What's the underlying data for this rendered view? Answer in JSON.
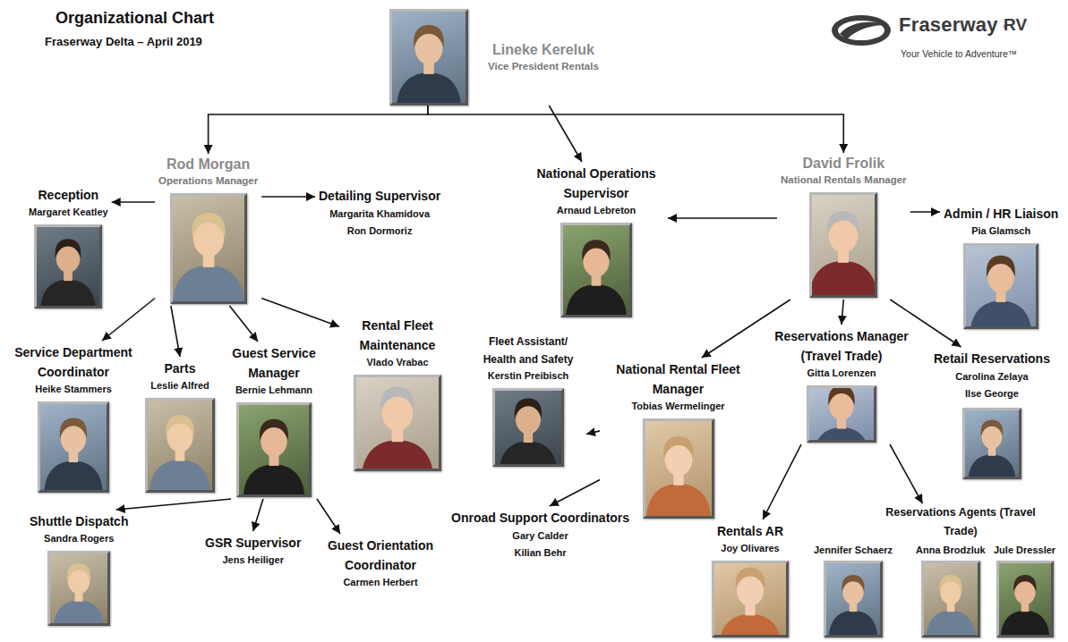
{
  "diagram": {
    "title": "Organizational Chart",
    "nodes": [
      {
        "text": [
          "Lineke Kereluk",
          "Vice President Rentals"
        ]
      },
      {
        "text": [
          "Rod Morgan",
          "Operations Manager"
        ]
      },
      {
        "text": [
          "National Operations Supervisor",
          "Arnaud Lebreton"
        ]
      },
      {
        "text": [
          "David Frolik",
          "National Rentals Manager"
        ]
      },
      {
        "text": [
          "Reception",
          "Margaret Keatley"
        ]
      },
      {
        "text": [
          "Detailing Supervisor",
          "Margarita Khamidova",
          "Ron Dormoriz"
        ]
      },
      {
        "text": [
          "Admin / HR Liaison",
          "Pia Glamsch"
        ]
      },
      {
        "text": [
          "Service Department Coordinator",
          "Heike Stammers"
        ]
      },
      {
        "text": [
          "Parts",
          "Leslie Alfred"
        ]
      },
      {
        "text": [
          "Guest Service Manager",
          "Bernie Lehmann"
        ]
      },
      {
        "text": [
          "Rental Fleet Maintenance",
          "Vlado Vrabac"
        ]
      },
      {
        "text": [
          "Fleet Assistant/ Health and Safety",
          "Kerstin Preibisch"
        ]
      },
      {
        "text": [
          "National Rental Fleet Manager",
          "Tobias Wermelinger"
        ]
      },
      {
        "text": [
          "Reservations Manager (Travel Trade)",
          "Gitta Lorenzen"
        ]
      },
      {
        "text": [
          "Retail Reservations",
          "Carolina Zelaya",
          "Ilse George"
        ]
      },
      {
        "text": [
          "Shuttle Dispatch",
          "Sandra Rogers"
        ]
      },
      {
        "text": [
          "GSR Supervisor",
          "Jens Heiliger"
        ]
      },
      {
        "text": [
          "Guest Orientation Coordinator",
          "Carmen Herbert"
        ]
      },
      {
        "text": [
          "Onroad Support Coordinators",
          "Gary Calder",
          "Kilian Behr"
        ]
      },
      {
        "text": [
          "Rentals AR",
          "Joy Olivares"
        ]
      },
      {
        "text": [
          "Reservations Agents (Travel Trade)"
        ]
      },
      {
        "text": [
          "Jennifer Schaerz"
        ],
        "in": 20
      },
      {
        "text": [
          "Anna Brodzluk"
        ],
        "in": 20
      },
      {
        "text": [
          "Jule Dressler"
        ],
        "in": 20
      }
    ],
    "edges": [
      {
        "from": 0,
        "to": 1,
        "arrow": "to"
      },
      {
        "from": 0,
        "to": 2,
        "arrow": "to"
      },
      {
        "from": 0,
        "to": 3,
        "arrow": "to"
      },
      {
        "from": 1,
        "to": 4,
        "arrow": "to"
      },
      {
        "from": 1,
        "to": 5,
        "arrow": "to"
      },
      {
        "from": 1,
        "to": 7,
        "arrow": "to"
      },
      {
        "from": 1,
        "to": 8,
        "arrow": "to"
      },
      {
        "from": 1,
        "to": 9,
        "arrow": "to"
      },
      {
        "from": 1,
        "to": 10,
        "arrow": "to"
      },
      {
        "from": 3,
        "to": 2,
        "arrow": "to"
      },
      {
        "from": 3,
        "to": 6,
        "arrow": "to"
      },
      {
        "from": 3,
        "to": 12,
        "arrow": "to"
      },
      {
        "from": 3,
        "to": 13,
        "arrow": "to"
      },
      {
        "from": 3,
        "to": 14,
        "arrow": "to"
      },
      {
        "from": 9,
        "to": 15,
        "arrow": "to"
      },
      {
        "from": 9,
        "to": 16,
        "arrow": "to"
      },
      {
        "from": 9,
        "to": 17,
        "arrow": "to"
      },
      {
        "from": 12,
        "to": 11,
        "arrow": "to"
      },
      {
        "from": 12,
        "to": 18,
        "arrow": "to"
      },
      {
        "from": 13,
        "to": 19,
        "arrow": "to"
      },
      {
        "from": 13,
        "to": 20,
        "arrow": "to"
      }
    ],
    "labels": [
      "Fraserway Delta – April 2019",
      "Fraserway",
      "RV",
      "Your Vehicle to Adventure™"
    ]
  }
}
